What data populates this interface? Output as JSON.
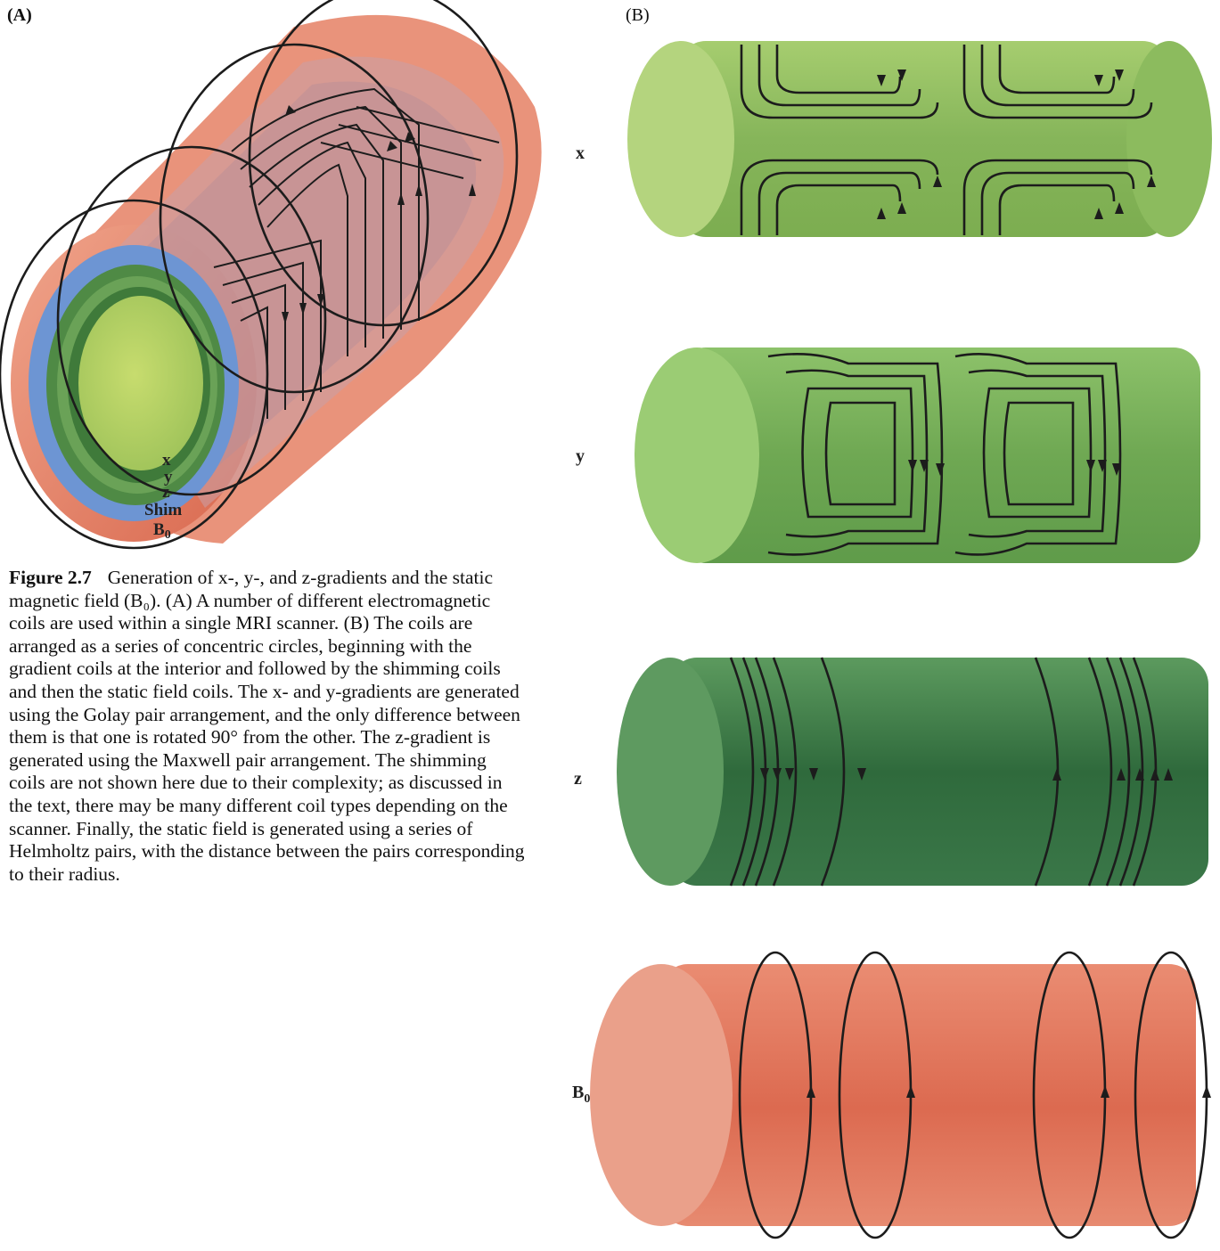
{
  "panel_a": {
    "label": "(A)",
    "layers": [
      "x",
      "y",
      "z",
      "Shim",
      "B0"
    ]
  },
  "panel_b": {
    "label": "(B)",
    "rows": [
      {
        "label": "x",
        "color": "#8fbf5c"
      },
      {
        "label": "y",
        "color": "#7cb55a"
      },
      {
        "label": "z",
        "color": "#3f7a47"
      },
      {
        "label": "B0",
        "color": "#e07a60"
      }
    ]
  },
  "caption": {
    "figure_number": "Figure 2.7",
    "text": "Generation of x-, y-, and z-gradients and the static magnetic field (B₀). (A) A number of different electromagnetic coils are used within a single MRI scanner. (B) The coils are arranged as a series of concentric circles, beginning with the gradient coils at the interior and followed by the shimming coils and then the static field coils. The x- and y-gradients are generated using the Golay pair arrangement, and the only difference between them is that one is rotated 90° from the other. The z-gradient is generated using the Maxwell pair arrangement. The shimming coils are not shown here due to their complexity; as discussed in the text, there may be many different coil types depending on the scanner. Finally, the static field is generated using a series of Helmholtz pairs, with the distance between the pairs corresponding to their radius."
  },
  "colors": {
    "b0_layer": "#e27a62",
    "shim_layer": "#5f8fd0",
    "gradient_dark": "#4e8a3e",
    "gradient_light": "#a9c85a",
    "coil_line": "#1c1c1c"
  }
}
